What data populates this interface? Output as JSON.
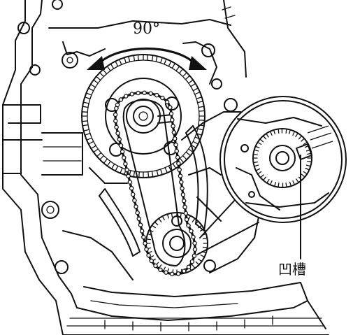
{
  "figure": {
    "rotation_label": "90°",
    "callout_label": "凹槽",
    "line_color": "#111111",
    "background_color": "#ffffff"
  },
  "icons": {
    "rotation_arrow": "double-headed-curved-arrow",
    "cam_sprocket": "cam-sprocket-icon",
    "crank_sprocket": "crank-sprocket-icon",
    "timing_chain": "timing-chain-icon",
    "magnifier_inset": "magnified-detail-inset"
  }
}
